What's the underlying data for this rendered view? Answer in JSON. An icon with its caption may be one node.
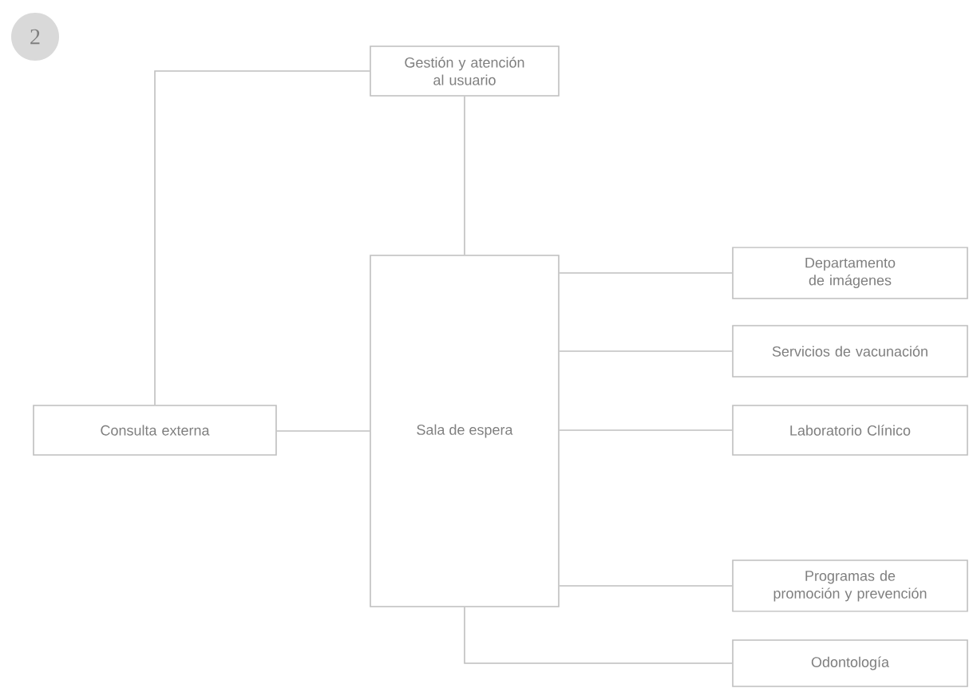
{
  "diagram": {
    "nodes": [
      {
        "text": [
          "2"
        ]
      },
      {
        "text": [
          "Gestión y atención al usuario"
        ]
      },
      {
        "text": [
          "Consulta externa"
        ]
      },
      {
        "text": [
          "Sala de espera"
        ]
      },
      {
        "text": [
          "Departamento de imágenes"
        ]
      },
      {
        "text": [
          "Servicios de vacunación"
        ]
      },
      {
        "text": [
          "Laboratorio Clínico"
        ]
      },
      {
        "text": [
          "Programas de promoción y prevención"
        ]
      },
      {
        "text": [
          "Odontología"
        ]
      }
    ],
    "edges": [
      {
        "from": 1,
        "to": 3,
        "arrow": "none"
      },
      {
        "from": 1,
        "to": 2,
        "arrow": "none"
      },
      {
        "from": 2,
        "to": 3,
        "arrow": "none"
      },
      {
        "from": 3,
        "to": 4,
        "arrow": "none"
      },
      {
        "from": 3,
        "to": 5,
        "arrow": "none"
      },
      {
        "from": 3,
        "to": 6,
        "arrow": "none"
      },
      {
        "from": 3,
        "to": 7,
        "arrow": "none"
      },
      {
        "from": 3,
        "to": 8,
        "arrow": "none"
      }
    ]
  }
}
